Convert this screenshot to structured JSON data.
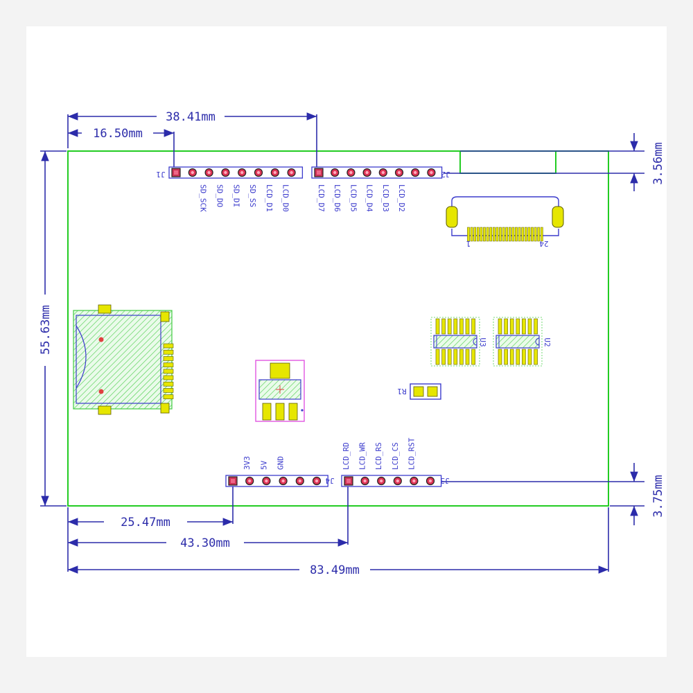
{
  "dimensions": {
    "top_j2": "38.41mm",
    "top_j1": "16.50mm",
    "height": "55.63mm",
    "right_top": "3.56mm",
    "right_bottom": "3.75mm",
    "bottom_j4": "25.47mm",
    "bottom_j3": "43.30mm",
    "width": "83.49mm"
  },
  "connectors": {
    "j1": {
      "ref": "J1",
      "labels": [
        "SD_SCK",
        "SD_DO",
        "SD_DI",
        "SD_SS",
        "LCD_D1",
        "LCD_D0"
      ]
    },
    "j2": {
      "ref": "J2",
      "labels": [
        "LCD_D7",
        "LCD_D6",
        "LCD_D5",
        "LCD_D4",
        "LCD_D3",
        "LCD_D2"
      ]
    },
    "j3": {
      "ref": "J3",
      "labels": [
        "LCD_RD",
        "LCD_WR",
        "LCD_RS",
        "LCD_CS",
        "LCD_RST"
      ]
    },
    "j4": {
      "ref": "J4",
      "labels": [
        "3V3",
        "5V",
        "GND"
      ]
    }
  },
  "components": {
    "u2": "U2",
    "u3": "U3",
    "r1": "R1",
    "fpc_pin_first": "1",
    "fpc_pin_last": "24"
  },
  "colors": {
    "dimension": "#2c2caa",
    "board_outline": "#22cc22",
    "silkscreen": "#3b3bcc",
    "pad": "#e6e600",
    "component": "#cc33cc"
  }
}
